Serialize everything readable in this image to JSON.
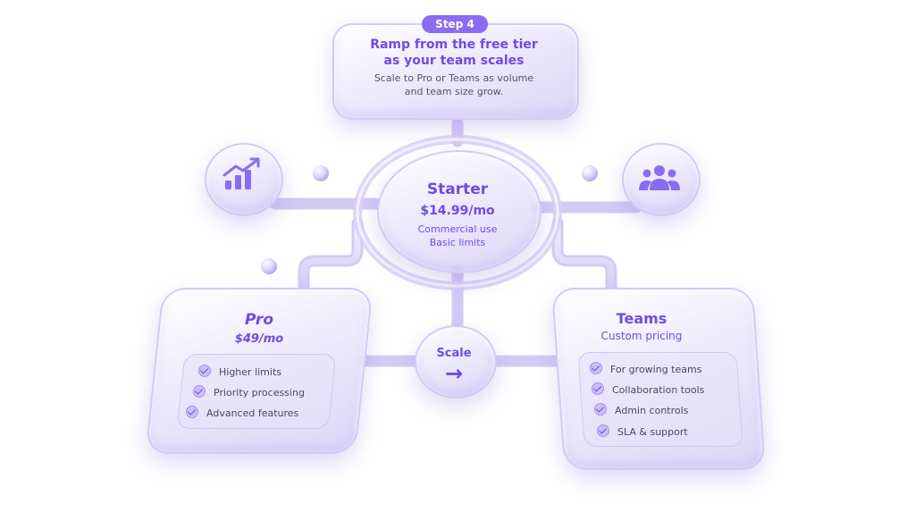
{
  "step": {
    "badge": "Step 4",
    "title_line1": "Ramp from the free tier",
    "title_line2": "as your team scales",
    "desc_line1": "Scale to Pro or Teams as volume",
    "desc_line2": "and team size grow."
  },
  "starter": {
    "name": "Starter",
    "price": "$14.99/mo",
    "line1": "Commercial use",
    "line2": "Basic limits"
  },
  "pro": {
    "name": "Pro",
    "price": "$49/mo",
    "features": [
      "Higher limits",
      "Priority processing",
      "Advanced features"
    ]
  },
  "teams": {
    "name": "Teams",
    "price": "Custom pricing",
    "features": [
      "For growing teams",
      "Collaboration tools",
      "Admin controls",
      "SLA & support"
    ]
  },
  "scale": {
    "label": "Scale",
    "arrow": "→"
  },
  "icons": {
    "left": "growth-chart-icon",
    "right": "team-users-icon"
  },
  "colors": {
    "accent": "#6f4be0",
    "badge": "#8a6cf0"
  }
}
